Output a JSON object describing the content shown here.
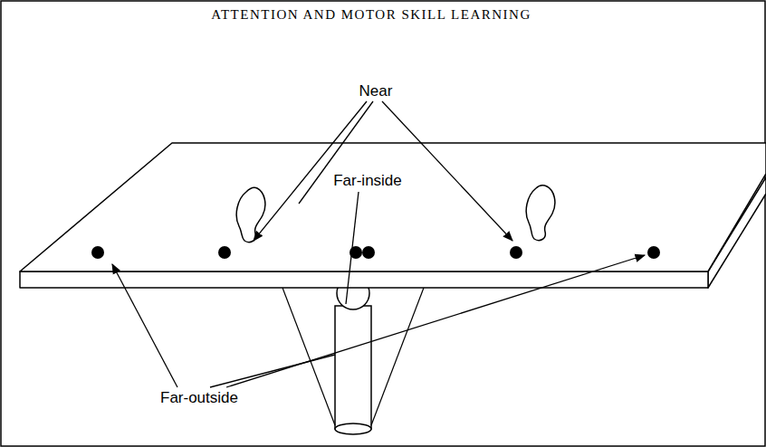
{
  "diagram": {
    "title": "ATTENTION AND MOTOR SKILL LEARNING",
    "labels": [
      "Near",
      "Far-inside",
      "Far-outside"
    ]
  }
}
